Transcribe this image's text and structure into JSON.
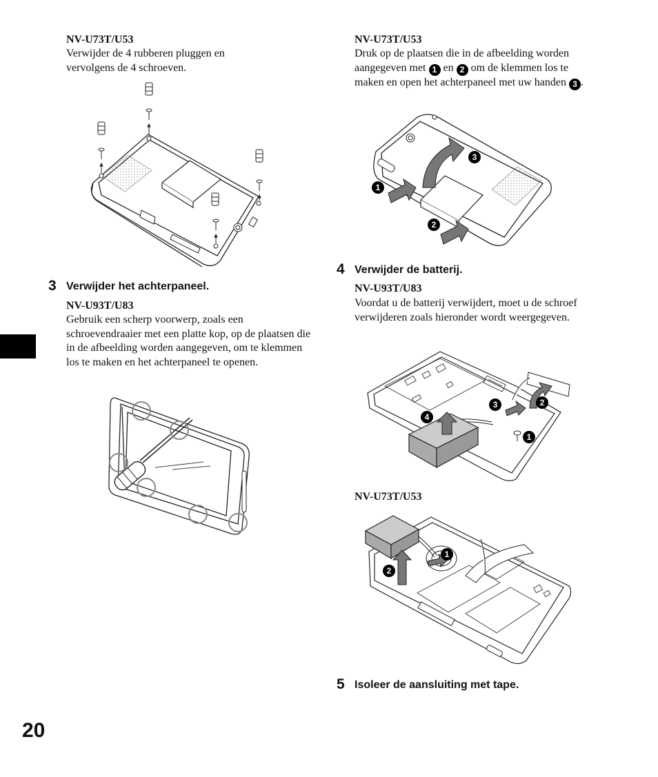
{
  "left": {
    "u73_model": "NV-U73T/U53",
    "u73_text": "Verwijder de 4 rubberen pluggen en vervolgens de 4 schroeven.",
    "step3": {
      "number": "3",
      "title": "Verwijder het achterpaneel.",
      "model": "NV-U93T/U83",
      "text": "Gebruik een scherp voorwerp, zoals een schroevendraaier met een platte kop, op de plaatsen die in de afbeelding worden aangegeven, om te klemmen los te maken en het achterpaneel te openen."
    }
  },
  "right": {
    "u73_model": "NV-U73T/U53",
    "u73_text_a": "Druk op de plaatsen die in de afbeelding worden aangegeven met",
    "u73_text_b": "en",
    "u73_text_c": "om de klemmen los te maken en open het achterpaneel met uw handen",
    "u73_text_d": ".",
    "step4": {
      "number": "4",
      "title": "Verwijder de batterij.",
      "model": "NV-U93T/U83",
      "text": "Voordat u de batterij verwijdert, moet u de schroef verwijderen zoals hieronder wordt weergegeven.",
      "model2": "NV-U73T/U53"
    },
    "step5": {
      "number": "5",
      "title": "Isoleer de aansluiting met tape."
    }
  },
  "callouts": {
    "one": "1",
    "two": "2",
    "three": "3",
    "four": "4"
  },
  "page_number": "20",
  "colors": {
    "ink": "#111111",
    "tab": "#000000",
    "circle": "#888888",
    "speaker": "#bbbbbb"
  }
}
